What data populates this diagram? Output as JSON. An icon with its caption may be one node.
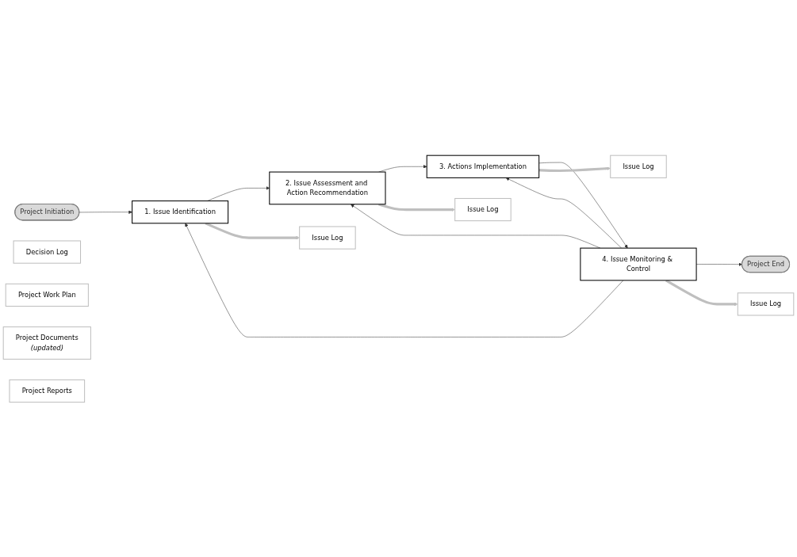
{
  "diagram": {
    "nodes": [
      {
        "text": [
          "Project Initiation"
        ]
      },
      {
        "text": [
          "1. Issue Identification"
        ]
      },
      {
        "text": [
          "2. Issue Assessment and Action Recommendation"
        ]
      },
      {
        "text": [
          "3. Actions Implementation"
        ]
      },
      {
        "text": [
          "4. Issue Monitoring & Control"
        ]
      },
      {
        "text": [
          "Project End"
        ]
      },
      {
        "text": [
          "Issue Log"
        ]
      },
      {
        "text": [
          "Issue Log"
        ]
      },
      {
        "text": [
          "Decision Log"
        ]
      },
      {
        "text": [
          "Issue Log"
        ]
      },
      {
        "text": [
          "Project Work Plan"
        ]
      },
      {
        "text": [
          "Project Documents",
          "(updated)"
        ]
      },
      {
        "text": [
          "Issue Log"
        ]
      },
      {
        "text": [
          "Project Reports"
        ]
      }
    ],
    "edges": [
      {
        "from": 0,
        "to": 1,
        "arrow": "to"
      },
      {
        "from": 1,
        "to": 2,
        "arrow": "to"
      },
      {
        "from": 2,
        "to": 3,
        "arrow": "to"
      },
      {
        "from": 3,
        "to": 4,
        "arrow": "to"
      },
      {
        "from": 4,
        "to": 5,
        "arrow": "to"
      },
      {
        "from": 4,
        "to": 1,
        "arrow": "to"
      },
      {
        "from": 4,
        "to": 2,
        "arrow": "to"
      },
      {
        "from": 4,
        "to": 3,
        "arrow": "to"
      },
      {
        "from": 1,
        "to": 6,
        "arrow": "to",
        "style": "thick",
        "color": "#bfbfbf"
      },
      {
        "from": 2,
        "to": 7,
        "arrow": "to",
        "style": "thick",
        "color": "#bfbfbf"
      },
      {
        "from": 3,
        "to": 9,
        "arrow": "to",
        "style": "thick",
        "color": "#bfbfbf"
      },
      {
        "from": 4,
        "to": 12,
        "arrow": "to",
        "style": "thick",
        "color": "#bfbfbf"
      }
    ]
  }
}
